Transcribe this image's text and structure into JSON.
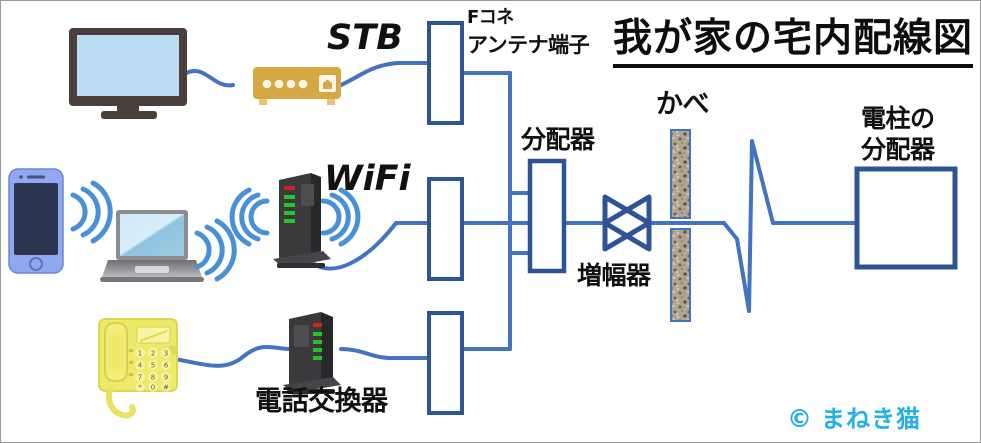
{
  "diagram": {
    "title": "我が家の宅内配線図",
    "copyright": {
      "mark": "©",
      "name": "まねき猫"
    }
  },
  "labels": {
    "stb": "STB",
    "wifi": "WiFi",
    "f_connector_line1": "Fコネ",
    "f_connector_line2": "アンテナ端子",
    "splitter": "分配器",
    "amplifier": "増幅器",
    "wall": "かべ",
    "pole_splitter_line1": "電柱の",
    "pole_splitter_line2": "分配器",
    "phone_exchange": "電話交換器"
  },
  "devices": [
    {
      "id": "tv",
      "name": "テレビ",
      "row": "top"
    },
    {
      "id": "set-top-box",
      "name": "STB",
      "row": "top"
    },
    {
      "id": "smartphone",
      "name": "スマートフォン",
      "row": "middle"
    },
    {
      "id": "laptop",
      "name": "ノートパソコン",
      "row": "middle"
    },
    {
      "id": "wifi-router",
      "name": "WiFiルーター",
      "row": "middle"
    },
    {
      "id": "telephone",
      "name": "電話機",
      "row": "bottom"
    },
    {
      "id": "phone-exchange",
      "name": "電話交換器",
      "row": "bottom"
    }
  ],
  "colors": {
    "cable": "#4472c4",
    "box_border": "#2e5496",
    "title_text": "#0d0d0d",
    "copyright": "#23b0e8",
    "stb_body": "#d6a843",
    "telephone_body": "#efe96a",
    "tv_bezel": "#4a3f3a",
    "tv_screen": "#b9dcf2",
    "router_body": "#3a3a3c",
    "led_green": "#27c12b",
    "led_red": "#d32020",
    "phone_body": "#8fa8ef",
    "wall_stone": "#a99a86",
    "frame_border": "#9a9a9a"
  }
}
